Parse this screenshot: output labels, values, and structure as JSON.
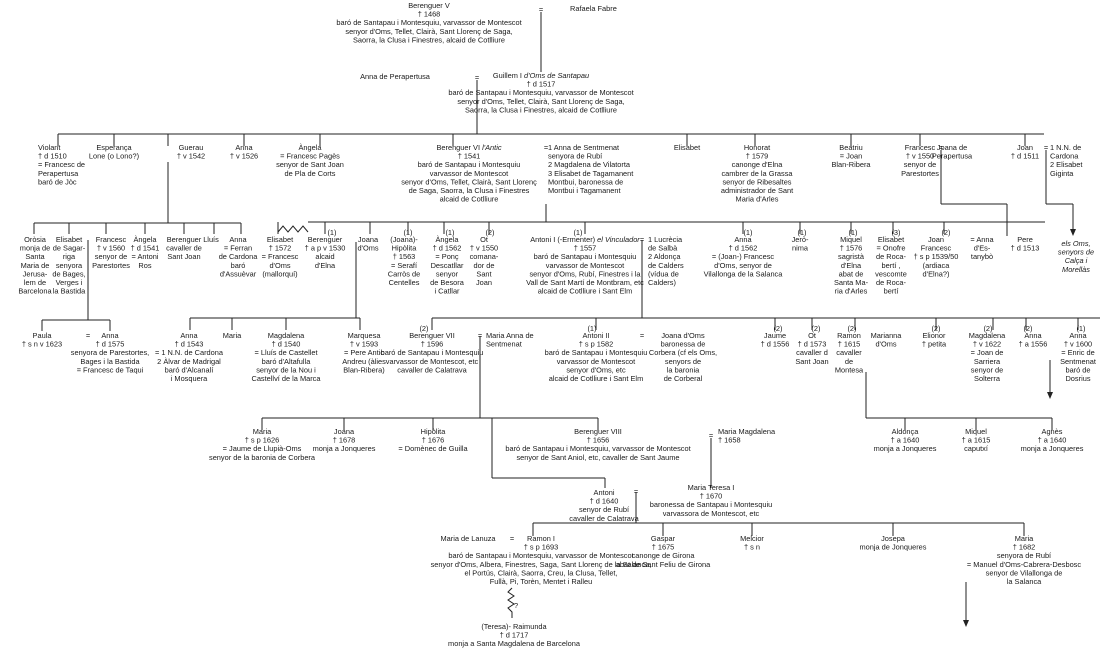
{
  "persons": [
    {
      "id": "berenguer_v",
      "lines": [
        "Berenguer V",
        "† 1468",
        "baró de Santapau i Montesquiu, varvassor de Montescot",
        "senyor d'Oms, Tellet, Clairà, Sant Llorenç de Saga,",
        "Saorra, la Clusa i Finestres, alcaid de Cotlliure"
      ]
    },
    {
      "id": "rafaela",
      "lines": [
        "Rafaela Fabre"
      ]
    },
    {
      "id": "anna_perapertusa",
      "lines": [
        "Anna de Perapertusa"
      ]
    },
    {
      "id": "guillem_i",
      "lines": [
        "Guillem I d'Oms de Santapau",
        "† d 1517",
        "baró de Santapau i Montesquiu, varvassor de Montescot",
        "senyor d'Oms, Tellet, Clairà, Sant Llorenç de Saga,",
        "Saorra, la Clusa i Finestres, alcaid de Cotlliure"
      ]
    },
    {
      "id": "violant",
      "lines": [
        "Violant",
        "† d 1510",
        "= Francesc de",
        "Perapertusa",
        "baró de Jòc"
      ]
    },
    {
      "id": "esperanca",
      "lines": [
        "Esperança",
        "Lone (o Lono?)"
      ]
    },
    {
      "id": "guerau",
      "lines": [
        "Guerau",
        "† v 1542"
      ]
    },
    {
      "id": "anna_1526",
      "lines": [
        "Anna",
        "† v 1526"
      ]
    },
    {
      "id": "angela_pages",
      "lines": [
        "Àngela",
        "= Francesc Pagès",
        "senyor de Sant Joan",
        "de Pla de Corts"
      ]
    },
    {
      "id": "berenguer_vi",
      "lines": [
        "Berenguer VI l'Antic",
        "† 1541",
        "baró de Santapau i Montesquiu",
        "varvassor de Montescot",
        "senyor d'Oms, Tellet, Clairà, Sant Llorenç",
        "de Saga, Saorra, la Clusa i Finestres",
        "alcaid de Cotlliure"
      ]
    },
    {
      "id": "sentmenat_wives",
      "lines": [
        "1 Anna de Sentmenat",
        "senyora de Rubí",
        "2 Magdalena de Vilatorta",
        "3 Elisabet de Tagamanent",
        "Montbui, baronessa de",
        "Montbui i Tagamanent"
      ]
    },
    {
      "id": "elisabet_g2",
      "lines": [
        "Elisabet"
      ]
    },
    {
      "id": "honorat",
      "lines": [
        "Honorat",
        "† 1579",
        "canonge d'Elna",
        "cambrer de la Grassa",
        "senyor de Ribesaltes",
        "administrador de Sant",
        "Maria d'Arles"
      ]
    },
    {
      "id": "beatriu",
      "lines": [
        "Beatriu",
        "= Joan",
        "Blan-Ribera"
      ]
    },
    {
      "id": "francesc_1550",
      "lines": [
        "Francesc",
        "† v 1550",
        "senyor de",
        "Parestortes"
      ]
    },
    {
      "id": "joana_perapertusa",
      "lines": [
        "Joana de",
        "Perapertusa"
      ]
    },
    {
      "id": "joan_1511",
      "lines": [
        "Joan",
        "† d 1511"
      ]
    },
    {
      "id": "nn_cardona",
      "lines": [
        "1 N.N. de",
        "Cardona",
        "2 Elisabet",
        "Giginta"
      ]
    },
    {
      "id": "orosia",
      "lines": [
        "Oròsia",
        "monja de",
        "Santa",
        "Maria de",
        "Jerusa-",
        "lem de",
        "Barcelona"
      ]
    },
    {
      "id": "elisabet_sagarriga",
      "lines": [
        "Elisabet",
        "de Sagar-",
        "riga",
        "senyora",
        "de Bages,",
        "Verges i",
        "la Bastida"
      ]
    },
    {
      "id": "francesc_1560",
      "lines": [
        "Francesc",
        "† v 1560",
        "senyor de",
        "Parestortes"
      ]
    },
    {
      "id": "angela_1541",
      "lines": [
        "Àngela",
        "† d 1541",
        "= Antoni",
        "Ros"
      ]
    },
    {
      "id": "berenguer_cavaller",
      "lines": [
        "Berenguer",
        "cavaller de",
        "Sant Joan"
      ]
    },
    {
      "id": "lluis",
      "lines": [
        "Lluís"
      ]
    },
    {
      "id": "anna_ferran",
      "lines": [
        "Anna",
        "= Ferran",
        "de Cardona",
        "baró",
        "d'Assuèvar"
      ]
    },
    {
      "id": "elisabet_1572",
      "lines": [
        "Elisabet",
        "† 1572",
        "= Francesc",
        "d'Oms",
        "(mallorquí)"
      ]
    },
    {
      "id": "berenguer_1530",
      "lines": [
        "Berenguer",
        "† a p v 1530",
        "alcaid",
        "d'Elna"
      ]
    },
    {
      "id": "joana_doms",
      "lines": [
        "Joana",
        "d'Oms"
      ]
    },
    {
      "id": "joana_hipolita",
      "lines": [
        "(Joana)-",
        "Hipòlita",
        "† 1563",
        "= Serafí",
        "Carròs de",
        "Centelles"
      ]
    },
    {
      "id": "angela_1562",
      "lines": [
        "Àngela",
        "† d 1562",
        "= Ponç",
        "Descatllar",
        "senyor",
        "de Besora",
        "i Catllar"
      ]
    },
    {
      "id": "ot_1550",
      "lines": [
        "Ot",
        "† v 1550",
        "comana-",
        "dor de",
        "Sant",
        "Joan"
      ]
    },
    {
      "id": "antoni_i",
      "lines": [
        "Antoni I (-Ermenter) el Vinculador",
        "† 1557",
        "baró de Santapau i Montesquiu",
        "varvassor de Montescot",
        "senyor d'Oms, Rubí, Finestres i la",
        "Vall de Sant Martí de Montbram, etc",
        "alcaid de Cotlliure i Sant Elm"
      ]
    },
    {
      "id": "lucrecia",
      "lines": [
        "1 Lucrècia",
        "de Salbà",
        "2 Aldonça",
        "de Calders",
        "(vídua de",
        "Calders)"
      ]
    },
    {
      "id": "anna_1562",
      "lines": [
        "Anna",
        "† d 1562",
        "= (Joan-) Francesc",
        "d'Oms, senyor de",
        "Vilallonga de la Salanca"
      ]
    },
    {
      "id": "jeronima",
      "lines": [
        "Jerò-",
        "nima"
      ]
    },
    {
      "id": "miquel_1576",
      "lines": [
        "Miquel",
        "† 1576",
        "sagristà",
        "d'Elna",
        "abat de",
        "Santa Ma-",
        "ria d'Arles"
      ]
    },
    {
      "id": "elisabet_onofre",
      "lines": [
        "Elisabet",
        "= Onofre",
        "de Roca-",
        "bertí ,",
        "vescomte",
        "de Roca-",
        "bertí"
      ]
    },
    {
      "id": "joan_francesc",
      "lines": [
        "Joan",
        "Francesc",
        "† s p 1539/50",
        "(ardiaca",
        "d'Elna?)"
      ]
    },
    {
      "id": "anna_estanybo",
      "lines": [
        "= Anna",
        "d'Es-",
        "tanybò"
      ]
    },
    {
      "id": "pere_1513",
      "lines": [
        "Pere",
        "† d 1513"
      ]
    },
    {
      "id": "oms_calca",
      "lines": [
        "els Oms,",
        "senyors de",
        "Calça i",
        "Morellàs"
      ]
    },
    {
      "id": "paula",
      "lines": [
        "Paula",
        "† s n v 1623"
      ]
    },
    {
      "id": "anna_1575",
      "lines": [
        "Anna",
        "† d 1575",
        "senyora de Parestortes,",
        "Bages i la Bastida",
        "= Francesc de Taqui"
      ]
    },
    {
      "id": "anna_1543",
      "lines": [
        "Anna",
        "† d 1543",
        "= 1 N.N. de Cardona",
        "2 Àlvar de Madrigal",
        "baró d'Alcanalí",
        "i Mosquera"
      ]
    },
    {
      "id": "maria_g4",
      "lines": [
        "Maria"
      ]
    },
    {
      "id": "magdalena_1540",
      "lines": [
        "Magdalena",
        "† d 1540",
        "= Lluís de Castellet",
        "baró d'Altafulla",
        "senyor de la Nou i",
        "Castellví de la Marca"
      ]
    },
    {
      "id": "marquesa",
      "lines": [
        "Marquesa",
        "† v 1593",
        "= Pere Antic",
        "Andreu (àlies",
        "Blan-Ribera)"
      ]
    },
    {
      "id": "berenguer_vii",
      "lines": [
        "Berenguer VII",
        "† 1596",
        "baró de Santapau i Montesquiu",
        "varvassor de Montescot, etc",
        "cavaller de Calatrava"
      ]
    },
    {
      "id": "maria_anna_sentmenat",
      "lines": [
        "Maria Anna de",
        "Sentmenat"
      ]
    },
    {
      "id": "antoni_ii",
      "lines": [
        "Antoni II",
        "† s p 1582",
        "baró de Santapau i Montesquiu",
        "varvassor de Montescot",
        "senyor d'Oms, etc",
        "alcaid de Cotlliure i Sant Elm"
      ]
    },
    {
      "id": "joana_doms_baronessa",
      "lines": [
        "Joana d'Oms",
        "baronessa de",
        "Corbera (cf els Oms,",
        "senyors de",
        "la baronia",
        "de Corberal"
      ]
    },
    {
      "id": "jaume_1556",
      "lines": [
        "Jaume",
        "† d 1556"
      ]
    },
    {
      "id": "ot_1573",
      "lines": [
        "Ot",
        "† d 1573",
        "cavaller d",
        "Sant Joan"
      ]
    },
    {
      "id": "ramon_1615",
      "lines": [
        "Ramon",
        "† 1615",
        "cavaller",
        "de",
        "Montesa"
      ]
    },
    {
      "id": "marianna_doms",
      "lines": [
        "Marianna",
        "d'Oms"
      ]
    },
    {
      "id": "elionor",
      "lines": [
        "Elionor",
        "† petita"
      ]
    },
    {
      "id": "magdalena_1622",
      "lines": [
        "Magdalena",
        "† v 1622",
        "= Joan de",
        "Sarriera",
        "senyor de",
        "Solterra"
      ]
    },
    {
      "id": "anna_1556",
      "lines": [
        "Anna",
        "† a 1556"
      ]
    },
    {
      "id": "anna_1600",
      "lines": [
        "Anna",
        "† v 1600",
        "= Enric de",
        "Sentmenat",
        "baró de",
        "Dosrius"
      ]
    },
    {
      "id": "maria_1626",
      "lines": [
        "Maria",
        "† s p 1626",
        "= Jaume de Llupià-Oms",
        "senyor de la baronia de Corbera"
      ]
    },
    {
      "id": "joana_1678",
      "lines": [
        "Joana",
        "† 1678",
        "monja a Jonqueres"
      ]
    },
    {
      "id": "hipolita_1676",
      "lines": [
        "Hipòlita",
        "† 1676",
        "= Domènec de Guilla"
      ]
    },
    {
      "id": "berenguer_viii",
      "lines": [
        "Berenguer VIII",
        "† 1656",
        "baró de Santapau i Montesquiu, varvassor de Montescot",
        "senyor de Sant Aniol, etc, cavaller de Sant Jaume"
      ]
    },
    {
      "id": "maria_magdalena",
      "lines": [
        "Maria Magdalena",
        "† 1658"
      ]
    },
    {
      "id": "aldonca",
      "lines": [
        "Aldonça",
        "† a 1640",
        "monja a Jonqueres"
      ]
    },
    {
      "id": "miquel_1615",
      "lines": [
        "Miquel",
        "† a 1615",
        "caputxí"
      ]
    },
    {
      "id": "agnes",
      "lines": [
        "Agnès",
        "† a 1640",
        "monja a Jonqueres"
      ]
    },
    {
      "id": "antoni_1640",
      "lines": [
        "Antoni",
        "† d 1640",
        "senyor de Rubí",
        "cavaller de Calatrava"
      ]
    },
    {
      "id": "maria_teresa",
      "lines": [
        "Maria Teresa I",
        "† 1670",
        "baronessa de Santapau i Montesquiu",
        "varvassora de Montescot, etc"
      ]
    },
    {
      "id": "maria_lanuza",
      "lines": [
        "Maria de Lanuza"
      ]
    },
    {
      "id": "ramon_i",
      "lines": [
        "Ramon I",
        "† s p 1693",
        "baró de Santapau i Montesquiu, varvassor de Montescot",
        "senyor d'Oms, Albera, Finestres, Saga, Sant Llorenç de la Salanca,",
        "el Portús, Clairà, Saorra, Creu, la Clusa, Tellet,",
        "Fullà, Pi, Torèn, Mentet i Ralleu"
      ]
    },
    {
      "id": "gaspar",
      "lines": [
        "Gaspar",
        "† 1675",
        "canonge de Girona",
        "abat de Sant Feliu de Girona"
      ]
    },
    {
      "id": "melcior",
      "lines": [
        "Melcior",
        "† s n"
      ]
    },
    {
      "id": "josepa",
      "lines": [
        "Josepa",
        "monja de Jonqueres"
      ]
    },
    {
      "id": "maria_1682",
      "lines": [
        "Maria",
        "† 1682",
        "senyora de Rubí",
        "= Manuel d'Oms-Cabrera-Desbosc",
        "senyor de Vilallonga de",
        "la Salanca"
      ]
    },
    {
      "id": "teresa_raimunda",
      "lines": [
        "(Teresa)- Raimunda",
        "† d 1717",
        "monja a Santa Magdalena de Barcelona"
      ]
    }
  ],
  "marks": [
    {
      "id": "m_bv_ra",
      "text": "="
    },
    {
      "id": "m_ap_gi",
      "text": "="
    },
    {
      "id": "m_bvi_sent",
      "text": "="
    },
    {
      "id": "m_fr_joana",
      "text": "="
    },
    {
      "id": "m_joan_nn",
      "text": "="
    },
    {
      "id": "m_ai_luc",
      "text": "="
    },
    {
      "id": "m_paula_anna",
      "text": "="
    },
    {
      "id": "m_bvii_man",
      "text": "="
    },
    {
      "id": "m_aii_joana",
      "text": "="
    },
    {
      "id": "m_bviii_mm",
      "text": "="
    },
    {
      "id": "m_ant_mt",
      "text": "="
    },
    {
      "id": "m_ml_ri",
      "text": "="
    },
    {
      "id": "q_mark",
      "text": "?"
    }
  ],
  "numbers": [
    {
      "id": "n_bere_1530",
      "text": "(1)"
    },
    {
      "id": "n_joana_hip",
      "text": "(1)"
    },
    {
      "id": "n_angela_1562",
      "text": "(1)"
    },
    {
      "id": "n_ot_1550",
      "text": "(2)"
    },
    {
      "id": "n_antoni_i",
      "text": "(1)"
    },
    {
      "id": "n_anna_1562",
      "text": "(1)"
    },
    {
      "id": "n_jeronima",
      "text": "(1)"
    },
    {
      "id": "n_miquel",
      "text": "(1)"
    },
    {
      "id": "n_elisabet_onofre",
      "text": "(3)"
    },
    {
      "id": "n_joan_francesc",
      "text": "(2)"
    },
    {
      "id": "n_bvii",
      "text": "(2)"
    },
    {
      "id": "n_aii",
      "text": "(1)"
    },
    {
      "id": "n_jaume",
      "text": "(2)"
    },
    {
      "id": "n_ot_1573",
      "text": "(2)"
    },
    {
      "id": "n_ramon",
      "text": "(2)"
    },
    {
      "id": "n_elionor",
      "text": "(2)"
    },
    {
      "id": "n_magdalena_1622",
      "text": "(2)"
    },
    {
      "id": "n_anna_1556",
      "text": "(2)"
    },
    {
      "id": "n_anna_1600",
      "text": "(1)"
    }
  ]
}
